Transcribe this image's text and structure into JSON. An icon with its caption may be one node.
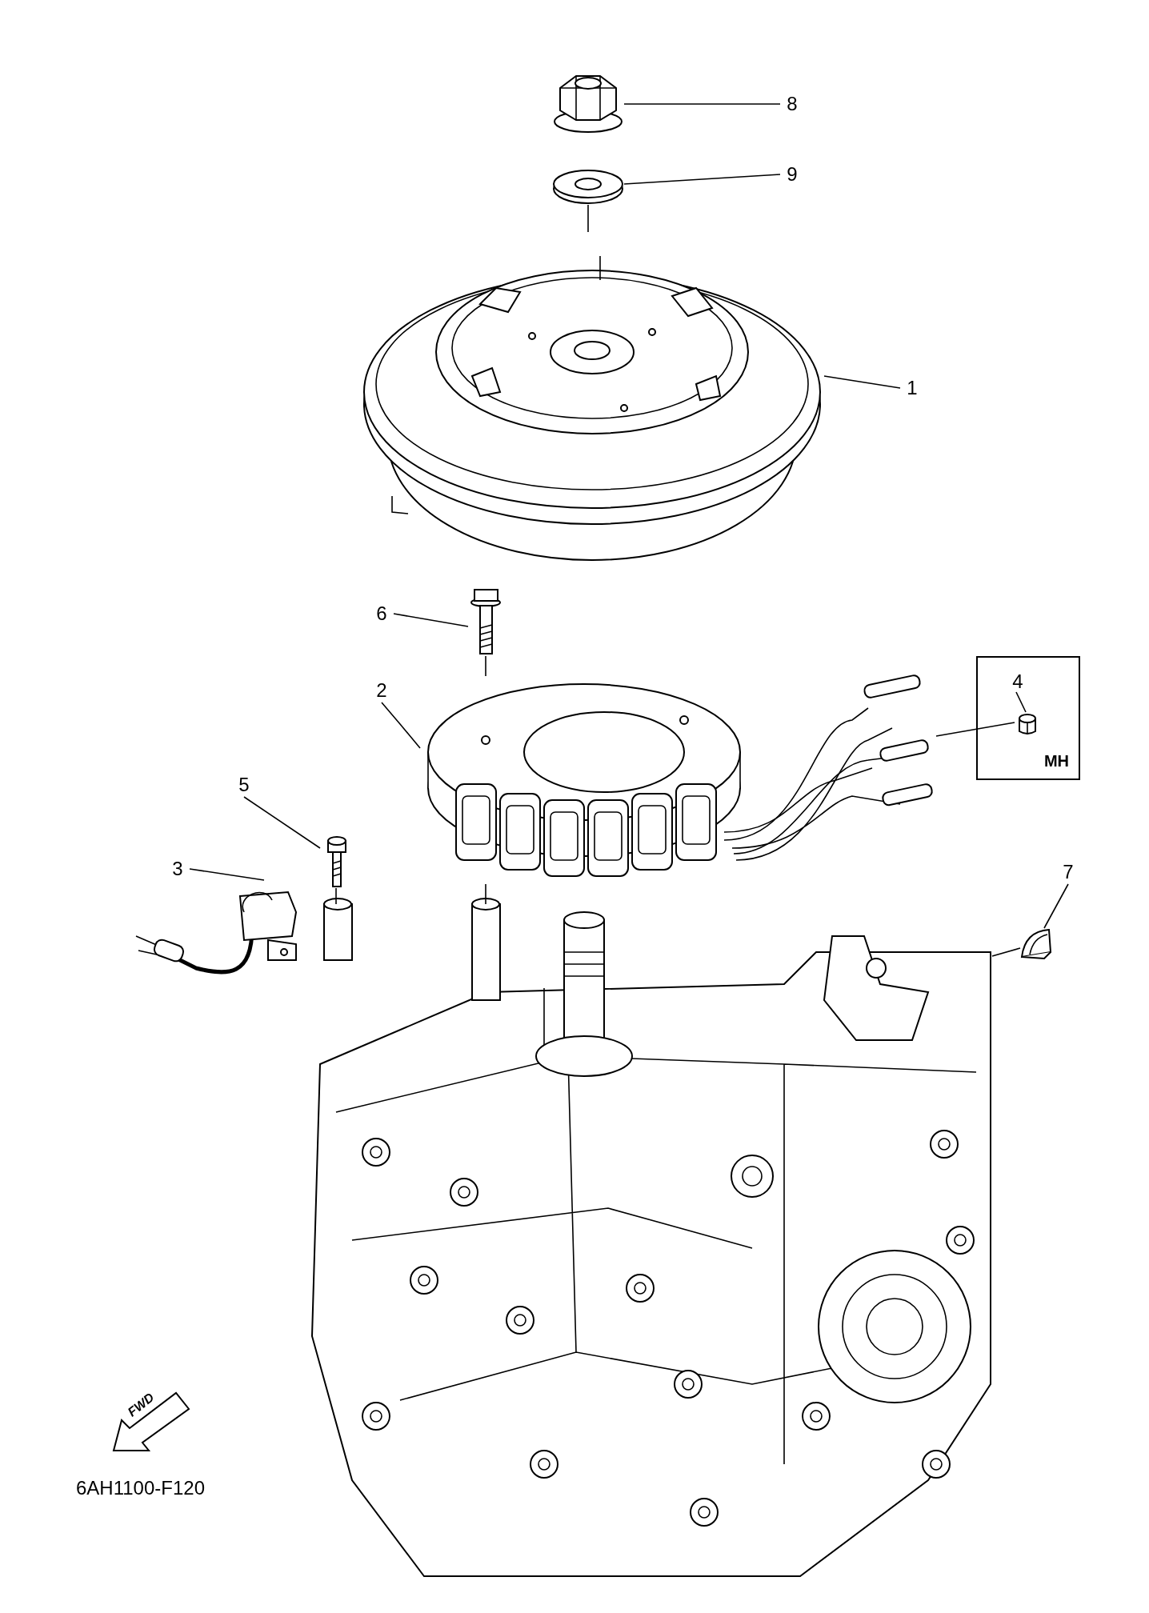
{
  "diagram": {
    "nodes": [
      {
        "text": [
          "8"
        ]
      },
      {
        "text": [],
        "shape": "picture"
      },
      {
        "text": [
          "9"
        ]
      },
      {
        "text": [],
        "shape": "picture"
      },
      {
        "text": [
          "1"
        ]
      },
      {
        "text": [],
        "shape": "picture"
      },
      {
        "text": [
          "6"
        ]
      },
      {
        "text": [],
        "shape": "picture"
      },
      {
        "text": [
          "2"
        ]
      },
      {
        "text": [],
        "shape": "picture"
      },
      {
        "text": [
          "MH"
        ]
      },
      {
        "text": [
          "4"
        ],
        "in": 10
      },
      {
        "text": [],
        "shape": "cylinder",
        "in": 10
      },
      {
        "text": [
          "5"
        ]
      },
      {
        "text": [],
        "shape": "picture"
      },
      {
        "text": [
          "3"
        ]
      },
      {
        "text": [],
        "shape": "picture"
      },
      {
        "text": [
          "7"
        ]
      },
      {
        "text": [],
        "shape": "picture"
      },
      {
        "text": [],
        "shape": "picture"
      }
    ],
    "edges": [
      {
        "from": 0,
        "to": 1,
        "arrow": "none"
      },
      {
        "from": 2,
        "to": 3,
        "arrow": "none"
      },
      {
        "from": 4,
        "to": 5,
        "arrow": "none"
      },
      {
        "from": 6,
        "to": 7,
        "arrow": "none"
      },
      {
        "from": 8,
        "to": 9,
        "arrow": "none"
      },
      {
        "from": 11,
        "to": 12,
        "arrow": "none"
      },
      {
        "from": 13,
        "to": 14,
        "arrow": "none"
      },
      {
        "from": 15,
        "to": 16,
        "arrow": "none"
      },
      {
        "from": 17,
        "to": 18,
        "arrow": "none"
      },
      {
        "from": 3,
        "to": 5,
        "arrow": "none"
      },
      {
        "from": 7,
        "to": 9,
        "arrow": "none"
      },
      {
        "from": 9,
        "to": 19,
        "arrow": "none"
      },
      {
        "from": 14,
        "to": 19,
        "arrow": "none"
      },
      {
        "from": 18,
        "to": 19,
        "arrow": "none"
      },
      {
        "from": 12,
        "to": 9,
        "arrow": "none"
      }
    ],
    "labels": [
      "FWD",
      "6AH1100-F120"
    ]
  }
}
